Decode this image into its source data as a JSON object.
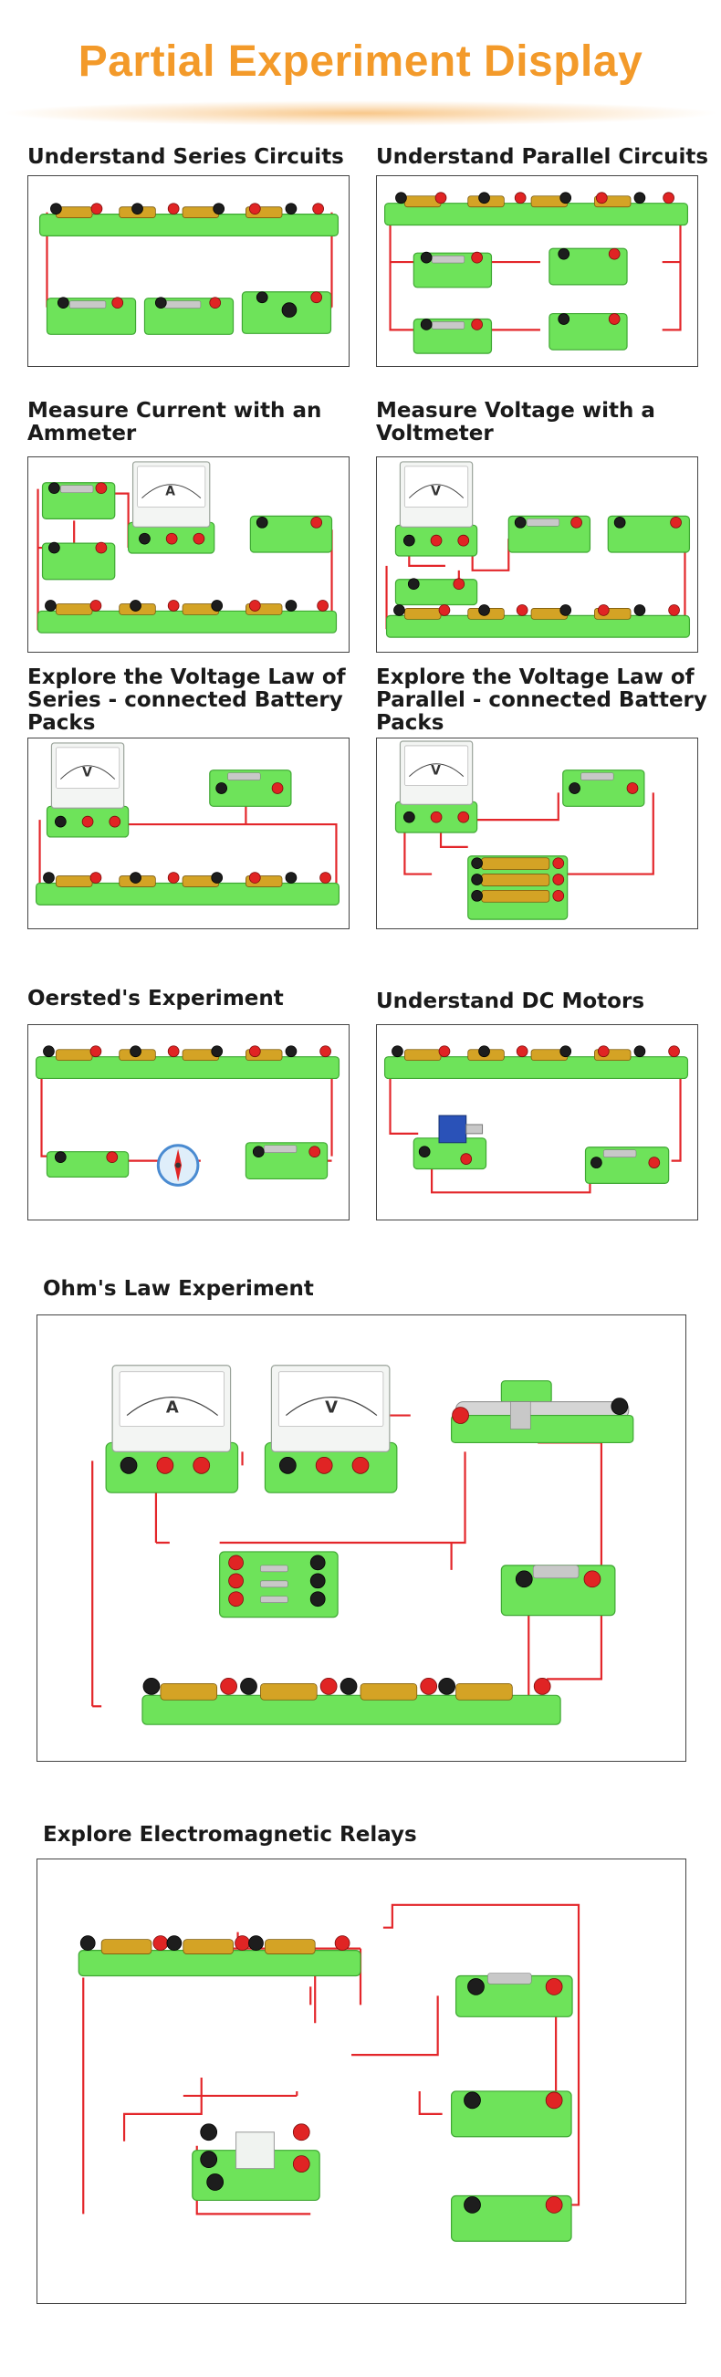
{
  "header": {
    "title": "Partial Experiment Display"
  },
  "experiments": [
    {
      "title": "Understand Series Circuits"
    },
    {
      "title": "Understand Parallel Circuits"
    },
    {
      "title": "Measure Current with an Ammeter"
    },
    {
      "title": "Measure Voltage with a Voltmeter"
    },
    {
      "title": "Explore the Voltage Law of Series - connected Battery Packs"
    },
    {
      "title": "Explore the Voltage Law of Parallel - connected Battery Packs"
    },
    {
      "title": "Oersted's Experiment"
    },
    {
      "title": "Understand DC Motors"
    },
    {
      "title": "Ohm's Law Experiment"
    },
    {
      "title": "Explore Electromagnetic Relays"
    }
  ],
  "meters": {
    "ammeter": "A",
    "voltmeter": "V"
  },
  "colors": {
    "accent": "#f39a2a",
    "wire": "#e3262a",
    "component_base": "#6ee35a",
    "panel_border": "#444444"
  }
}
